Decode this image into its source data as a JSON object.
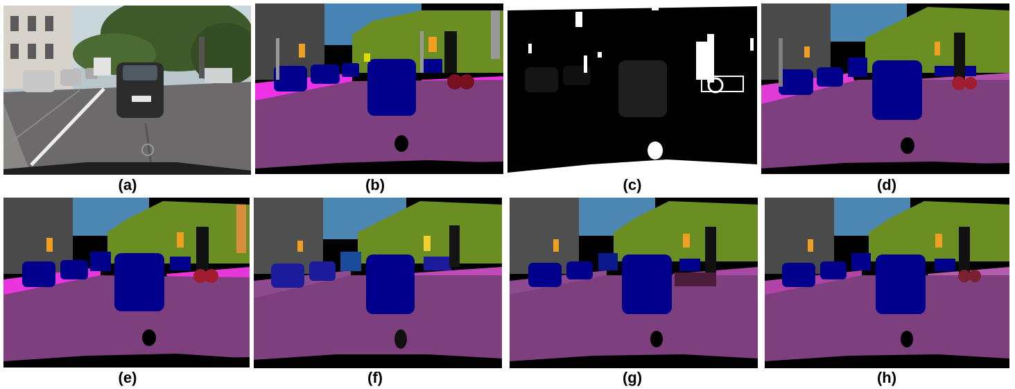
{
  "captions": [
    "(a)",
    "(b)",
    "(c)",
    "(d)",
    "(e)",
    "(f)",
    "(g)",
    "(h)"
  ],
  "colors": {
    "road": "#7e3f7e",
    "sidewalk": "#f032e6",
    "car": "#00008c",
    "sky": "#4682b4",
    "vegetation": "#6b8e23",
    "building": "#464646",
    "pole": "#999999",
    "traffic_sign": "#dcdc00",
    "traffic_light": "#f0a020",
    "bicycle": "#77111f",
    "background": "#000000"
  }
}
